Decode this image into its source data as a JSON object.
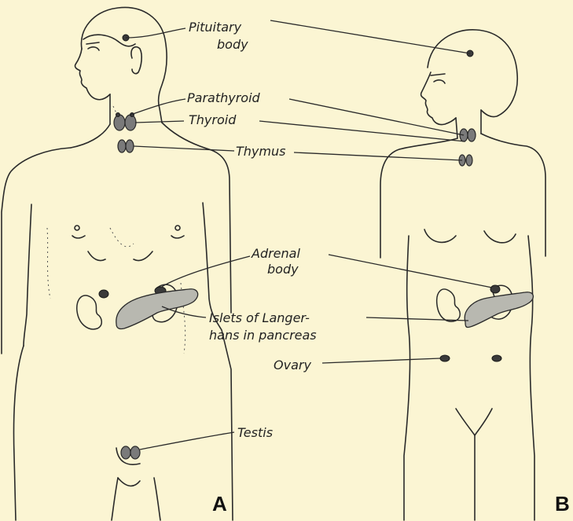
{
  "labels": {
    "pituitary_1": "Pituitary",
    "pituitary_2": "body",
    "parathyroid": "Parathyroid",
    "thyroid": "Thyroid",
    "thymus": "Thymus",
    "adrenal_1": "Adrenal",
    "adrenal_2": "body",
    "islets_1": "Islets of Langer-",
    "islets_2": "hans in pancreas",
    "ovary": "Ovary",
    "testis": "Testis"
  },
  "figures": {
    "male": "A",
    "female": "B"
  },
  "colors": {
    "background": "#fbf5d3",
    "ink": "#2a2a2a"
  }
}
